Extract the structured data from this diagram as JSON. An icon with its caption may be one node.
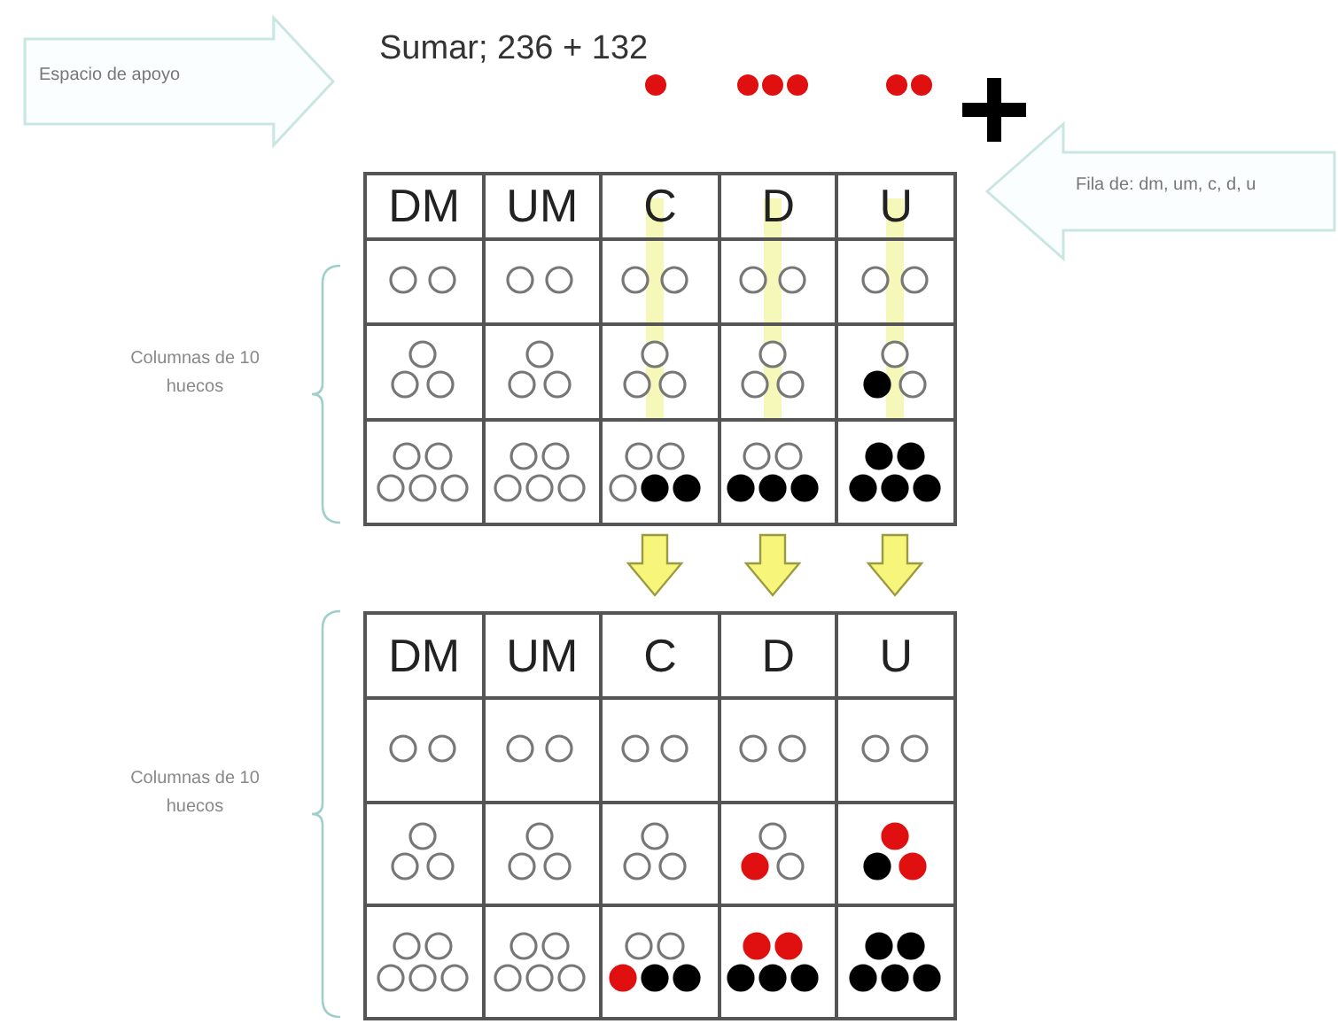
{
  "diagram": {
    "title": "Sumar; 236 + 132",
    "nodes": [
      {
        "text": [
          "Espacio de apoyo"
        ]
      },
      {
        "text": [
          "Fila de: dm, um, c, d, u"
        ]
      }
    ],
    "labels": [
      "DM",
      "UM",
      "C",
      "D",
      "U",
      "Columnas de 10 huecos",
      "DM",
      "UM",
      "C",
      "D",
      "U",
      "Columnas de 10 huecos"
    ]
  }
}
